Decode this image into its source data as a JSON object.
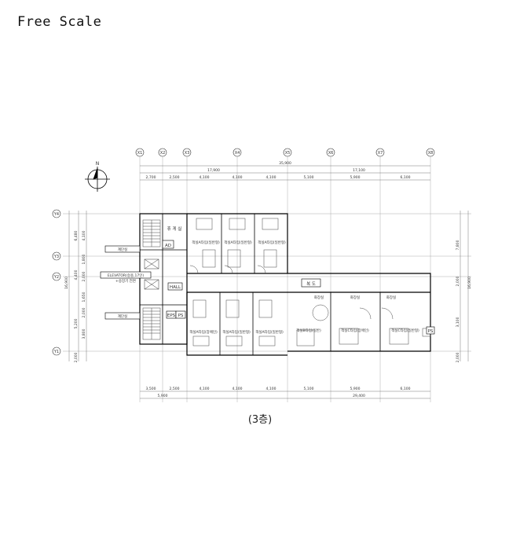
{
  "scale_label": "Free Scale",
  "floor_caption": "(3층)",
  "north_label": "N",
  "grid_x": [
    "X1",
    "X2",
    "X3",
    "X4",
    "X5",
    "X6",
    "X7",
    "X8"
  ],
  "grid_y": [
    "Y4",
    "Y3",
    "Y2",
    "Y1"
  ],
  "dims_top_total": "35,900",
  "dims_top_halves": [
    "17,900",
    "17,100"
  ],
  "dims_top_spans": [
    "2,700",
    "2,500",
    "4,100",
    "4,100",
    "4,100",
    "5,100",
    "5,900",
    "6,100"
  ],
  "dims_bottom_spans": [
    "3,500",
    "2,500",
    "4,100",
    "4,100",
    "4,100",
    "5,100",
    "5,900",
    "6,100"
  ],
  "dims_bottom_totals": [
    "5,900",
    "29,400"
  ],
  "dims_left": [
    "6,480",
    "4,100",
    "1,800",
    "2,000",
    "4,400",
    "1,650",
    "2,000",
    "5,200",
    "3,800",
    "2,000"
  ],
  "dims_left_total": "16,900",
  "dims_right": [
    "7,800",
    "2,000",
    "3,100",
    "2,000"
  ],
  "dims_right_total": "16,900",
  "rooms": {
    "lounge": "휴 게 실",
    "corridor": "복 도",
    "hall": "HALL",
    "eps": "EPS",
    "ps1": "PS",
    "ps2": "PS",
    "ad": "AD",
    "stair_top": "계단실",
    "stair_bottom": "계단실",
    "elevator": "ELEVATOR(승용,17인)",
    "elevator_sub": "+승강기 전면",
    "north_rooms": [
      "객실A타입(일반형)",
      "객실A타입(일반형)",
      "객실A타입(일반형)"
    ],
    "south_rooms": [
      "객실A타입(장애인)",
      "객실A타입(일반형)",
      "객실A타입(일반형)",
      "객실B타입(일반)",
      "객실C타입(장애인)",
      "객실C타입(일반형)"
    ],
    "bath_labels": [
      "화장실",
      "화장실",
      "화장실"
    ]
  }
}
